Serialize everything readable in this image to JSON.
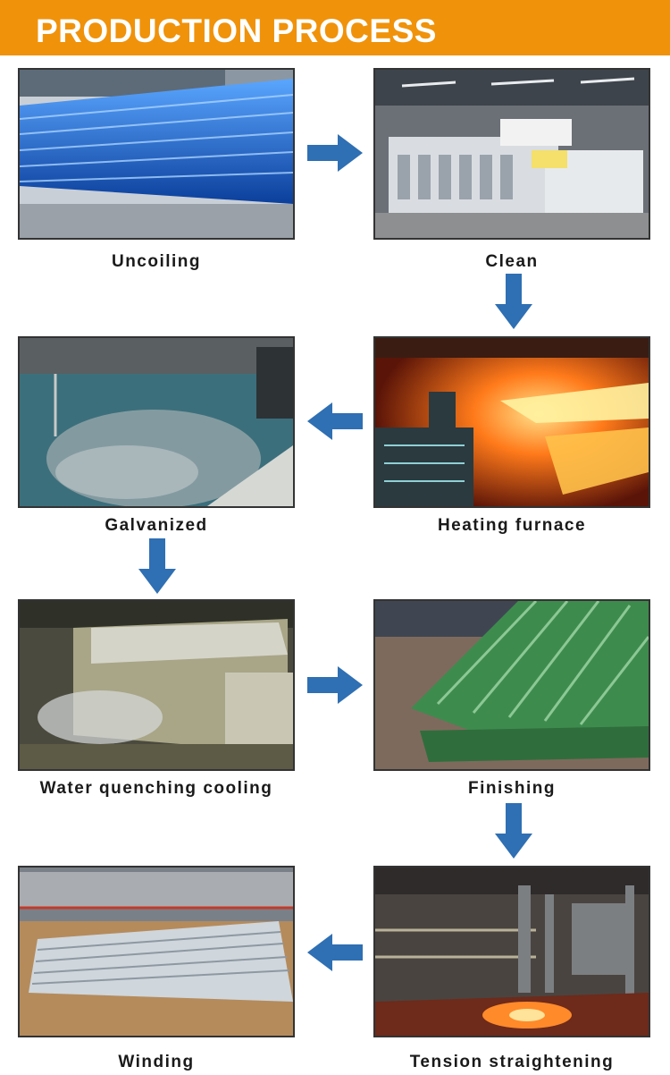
{
  "header": {
    "title": "PRODUCTION PROCESS"
  },
  "colors": {
    "banner": "#f0920a",
    "arrow": "#2f6fb3",
    "frame": "#333333"
  },
  "steps": [
    {
      "label": "Uncoiling"
    },
    {
      "label": "Clean"
    },
    {
      "label": "Heating furnace"
    },
    {
      "label": "Galvanized"
    },
    {
      "label": "Water quenching cooling"
    },
    {
      "label": "Finishing"
    },
    {
      "label": "Tension straightening"
    },
    {
      "label": "Winding"
    }
  ],
  "icons": [
    "arrow-right-icon",
    "arrow-down-icon",
    "arrow-left-icon"
  ]
}
